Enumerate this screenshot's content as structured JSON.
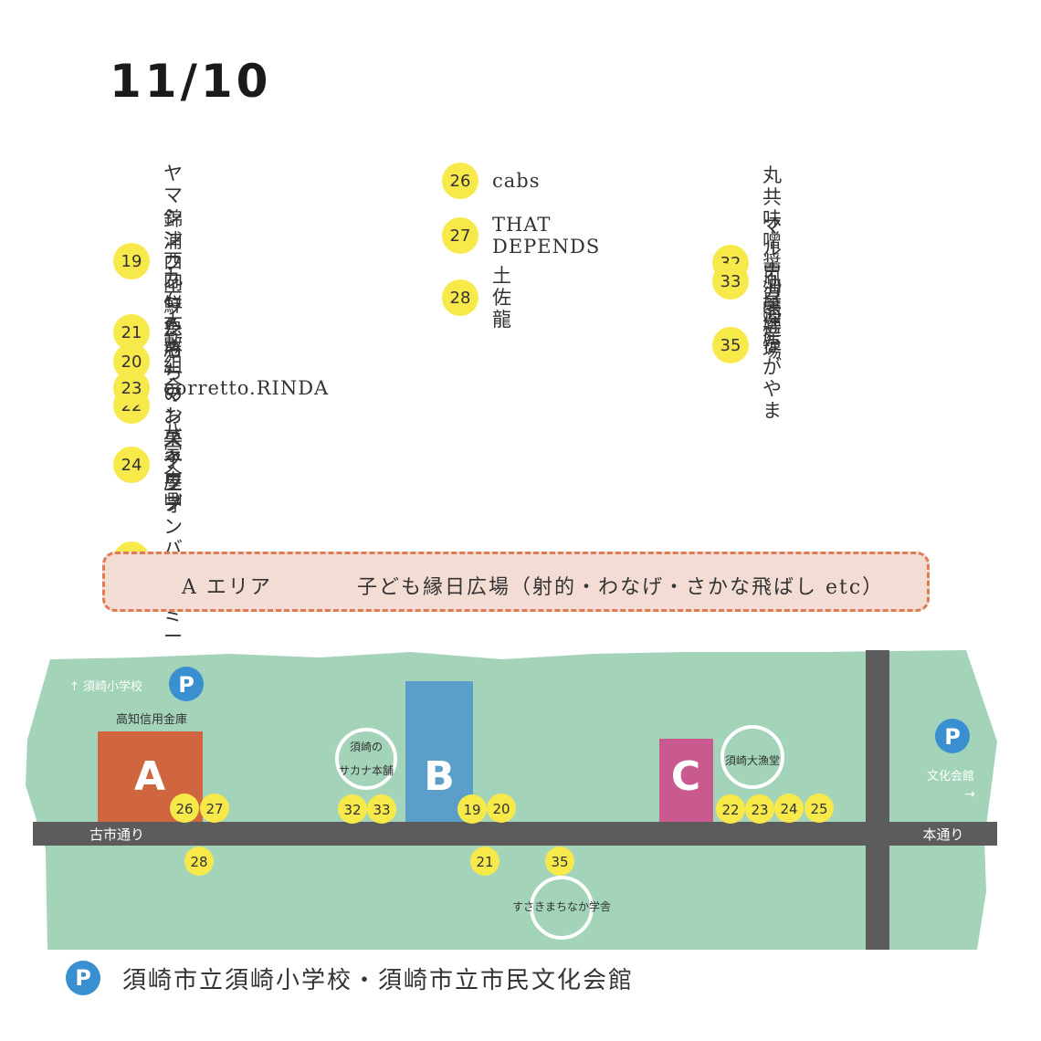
{
  "date": "11/10",
  "vendors": {
    "col1": [
      {
        "num": "19",
        "name": "ヤマシン西岡鮮魚店"
      },
      {
        "num": "20",
        "name": "錦浦\nフィッシャーマンズクラブ"
      },
      {
        "num": "21",
        "name": "九石大敷組合"
      },
      {
        "num": "22",
        "name": "たろちのお菓子屋"
      },
      {
        "num": "23",
        "name": "corretto.RINDA"
      },
      {
        "num": "24",
        "name": "八家企画"
      },
      {
        "num": "25",
        "name": "フォンバインミー"
      }
    ],
    "col2": [
      {
        "num": "26",
        "name": "cabs"
      },
      {
        "num": "27",
        "name": "THAT DEPENDS"
      },
      {
        "num": "28",
        "name": "土佐龍"
      }
    ],
    "col3": [
      {
        "num": "32",
        "name": "丸共味噌醤油醸造場"
      },
      {
        "num": "33",
        "name": "マルナカ海産"
      },
      {
        "num": "35",
        "name": "凧屋輝 ながやま"
      }
    ]
  },
  "area_banner": {
    "area_label": "A エリア",
    "event_label": "子ども縁日広場（射的・わなげ・さかな飛ばし etc）"
  },
  "map": {
    "blocks": [
      {
        "letter": "A",
        "color": "#d0663f"
      },
      {
        "letter": "B",
        "color": "#5a9ec9"
      },
      {
        "letter": "C",
        "color": "#c95a8f"
      }
    ],
    "labels": {
      "school_arrow": "↑ 須崎小学校",
      "bank": "高知信用金庫",
      "sakana_line1": "須崎の",
      "sakana_line2": "サカナ本舗",
      "fishing_office": "須崎大漁堂",
      "culture_hall": "文化会館",
      "culture_arrow": "→",
      "furuichi_street": "古市通り",
      "hon_street": "本通り",
      "school_bottom": "すさきまちなか学舎"
    },
    "spots": [
      {
        "num": "26"
      },
      {
        "num": "27"
      },
      {
        "num": "32"
      },
      {
        "num": "33"
      },
      {
        "num": "19"
      },
      {
        "num": "20"
      },
      {
        "num": "22"
      },
      {
        "num": "23"
      },
      {
        "num": "24"
      },
      {
        "num": "25"
      },
      {
        "num": "28"
      },
      {
        "num": "21"
      },
      {
        "num": "35"
      }
    ],
    "parking_symbol": "P"
  },
  "legend": {
    "symbol": "P",
    "text": "須崎市立須崎小学校・須崎市立市民文化会館"
  },
  "colors": {
    "map_green": "#a3d3b9",
    "road": "#5c5c5c",
    "spot_yellow": "#f7e94a",
    "parking_blue": "#3a8fd1",
    "banner_fill": "#f3dcd4",
    "banner_border": "#e07a55"
  }
}
